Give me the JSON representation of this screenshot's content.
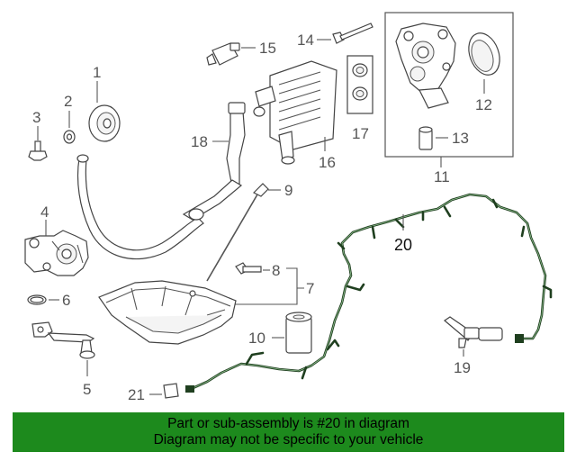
{
  "diagram": {
    "callouts": {
      "c1": "1",
      "c2": "2",
      "c3": "3",
      "c4": "4",
      "c5": "5",
      "c6": "6",
      "c7": "7",
      "c8": "8",
      "c9": "9",
      "c10": "10",
      "c11": "11",
      "c12": "12",
      "c13": "13",
      "c14": "14",
      "c15": "15",
      "c16": "16",
      "c17": "17",
      "c18": "18",
      "c19": "19",
      "c20": "20",
      "c21": "21"
    },
    "highlighted_part": "20"
  },
  "banner": {
    "line1": "Part or sub-assembly is #20 in diagram",
    "line2": "Diagram may not be specific to your vehicle",
    "background_color": "#1d8a1d"
  }
}
